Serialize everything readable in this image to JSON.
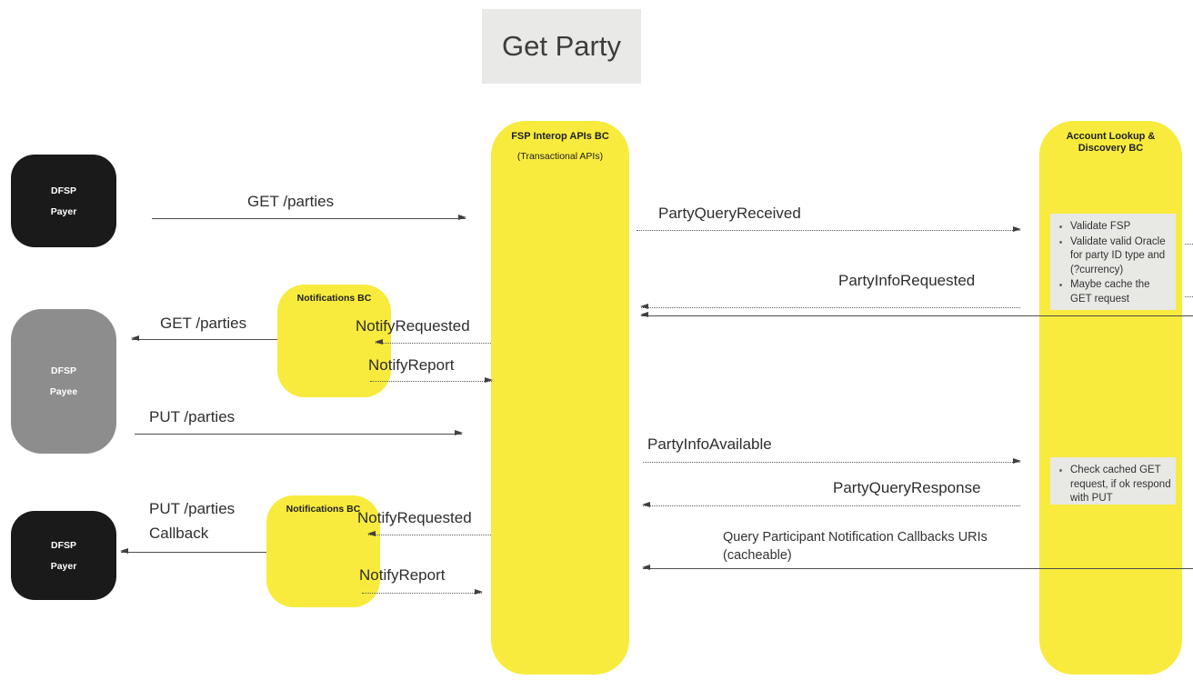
{
  "diagram_title": "Get Party",
  "colors": {
    "lifeline_yellow": "#F8EB3D",
    "note_gray": "#E8E8E5",
    "actor_black": "#1A1A1A",
    "actor_gray": "#8D8D8D",
    "title_box_gray": "#E9E9E7",
    "line_color": "#4d4d4d"
  },
  "actors": {
    "payer_top": {
      "line1": "DFSP",
      "line2": "Payer"
    },
    "payee": {
      "line1": "DFSP",
      "line2": "Payee"
    },
    "payer_bottom": {
      "line1": "DFSP",
      "line2": "Payer"
    }
  },
  "lifelines": {
    "fsp_interop": {
      "title": "FSP Interop APIs BC",
      "subtitle": "(Transactional APIs)"
    },
    "als": {
      "title": "Account Lookup & Discovery BC"
    },
    "notifications_top": {
      "title": "Notifications BC"
    },
    "notifications_bottom": {
      "title": "Notifications BC"
    }
  },
  "notes": {
    "validate": {
      "bullets": [
        "Validate FSP",
        "Validate valid Oracle for party ID type and (?currency)",
        "Maybe cache the GET request"
      ]
    },
    "check_cache": {
      "bullets": [
        "Check cached GET request, if ok respond with PUT"
      ]
    }
  },
  "messages": {
    "get_parties_request": "GET /parties",
    "party_query_received": "PartyQueryReceived",
    "party_info_requested": "PartyInfoRequested",
    "notify_get_parties": "GET /parties",
    "notify_requested_top": "NotifyRequested",
    "notify_report_top": "NotifyReport",
    "put_parties": "PUT /parties",
    "party_info_available": "PartyInfoAvailable",
    "party_query_response": "PartyQueryResponse",
    "put_parties_callback_line1": "PUT /parties",
    "put_parties_callback_line2": "Callback",
    "notify_requested_bottom": "NotifyRequested",
    "notify_report_bottom": "NotifyReport",
    "query_callbacks_line1": "Query Participant Notification Callbacks URIs",
    "query_callbacks_line2": "(cacheable)"
  }
}
